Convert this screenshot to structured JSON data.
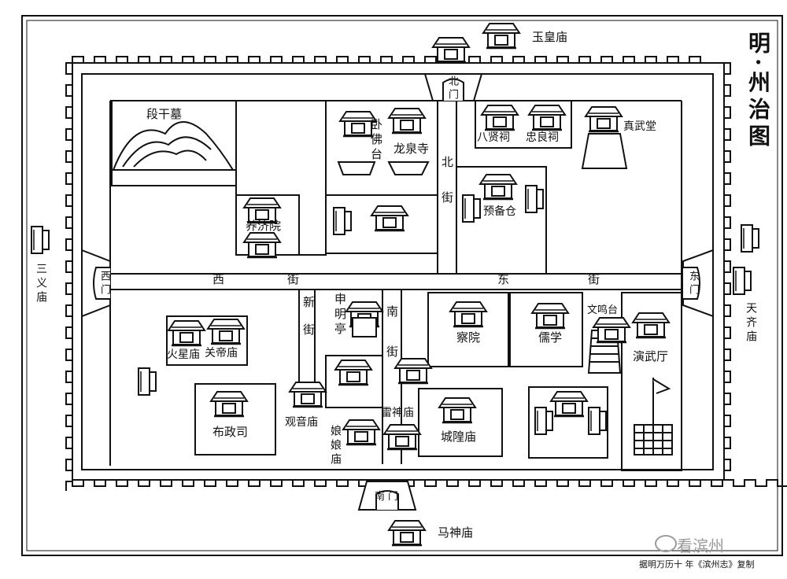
{
  "title": "明·州治图",
  "source": "据明万历十 年《滨州志》复制",
  "watermark": "看滨州",
  "labels": {
    "yuhuang": "玉皇庙",
    "bei_men": "北门",
    "nan_men": "南门",
    "xi_men": "西门",
    "dong_men": "东门",
    "duanganmu": "段干墓",
    "wofotai": "卧佛台",
    "longquansi": "龙泉寺",
    "baxianci": "八贤祠",
    "zhongliangci": "忠良祠",
    "zhenwutang": "真武堂",
    "bei_jie": "北街",
    "yangjiyuan": "养济院",
    "yubeicang": "预备仓",
    "xi_jie": "西街",
    "dong_jie": "东街",
    "sanyimiao": "三义庙",
    "tianqimiao": "天齐庙",
    "xin_jie": "新街",
    "shenmingting": "申明亭",
    "nan_jie": "南街",
    "chayuan": "察院",
    "ruxue": "儒学",
    "wenmingtai": "文鸣台",
    "yanwuting": "演武厅",
    "huoxingmiao": "火星庙",
    "guandimiao": "关帝庙",
    "buzhengsi": "布政司",
    "guanyinmiao": "观音庙",
    "niangniangmiao": "娘娘庙",
    "leishenmiao": "雷神庙",
    "chenghuangmiao": "城隍庙",
    "mashenmiao": "马神庙"
  }
}
